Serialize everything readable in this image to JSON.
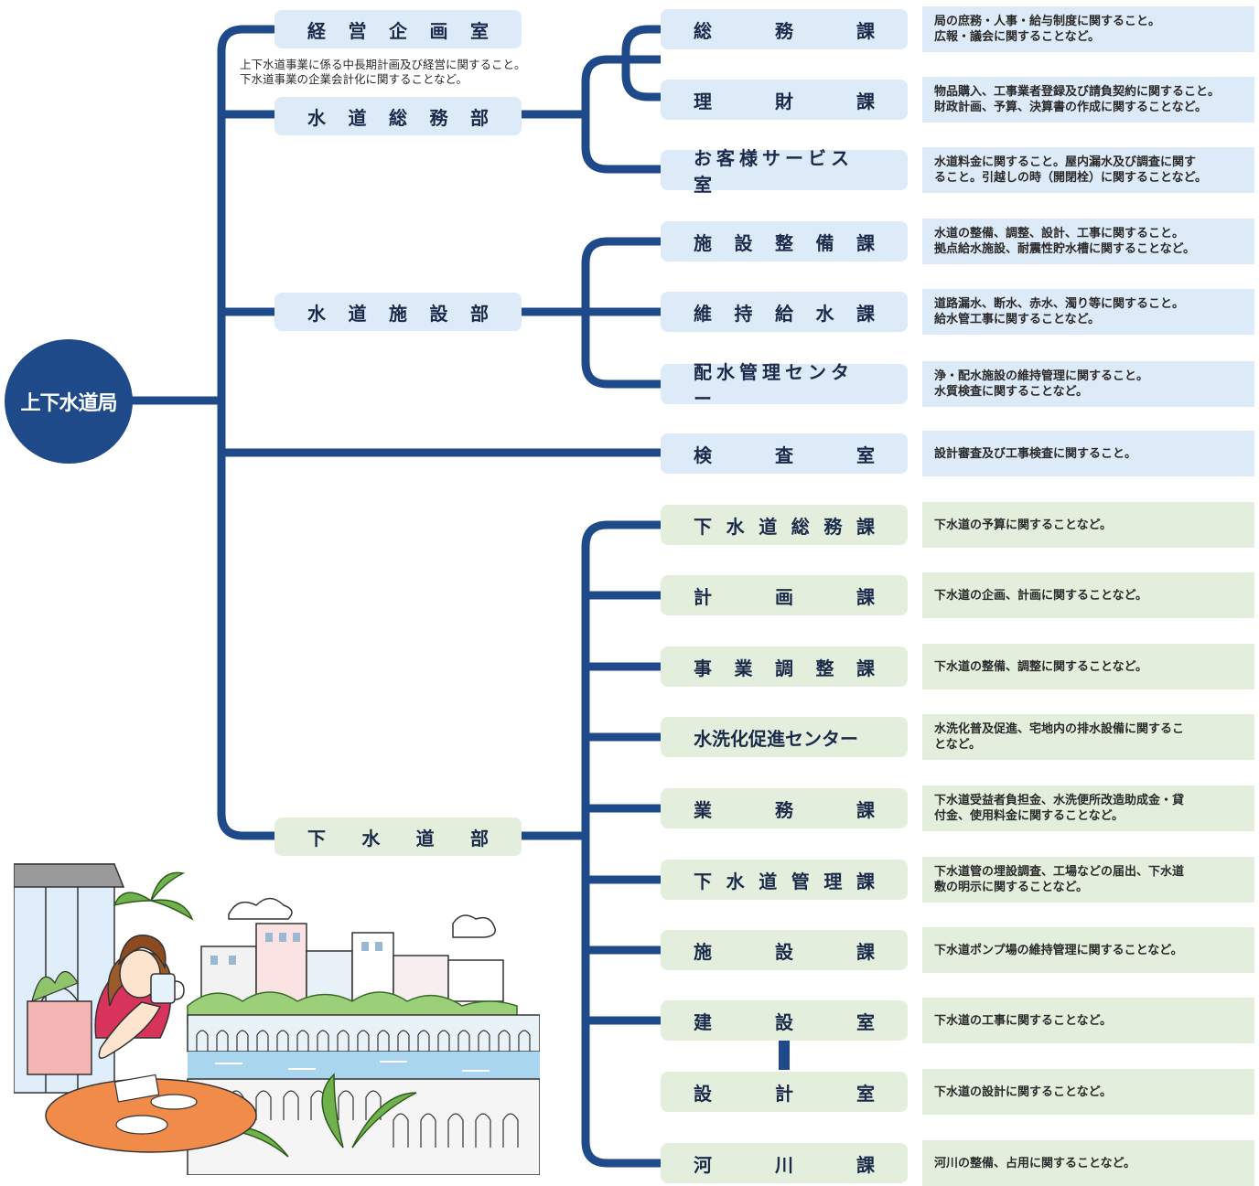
{
  "root": {
    "label": "上下水道局"
  },
  "planning_note": "上下水道事業に係る中長期計画及び経営に関すること。\n下水道事業の企業会計化に関することなど。",
  "departments": [
    {
      "key": "keiei",
      "chars": [
        "経",
        "営",
        "企",
        "画",
        "室"
      ]
    },
    {
      "key": "suido_somu",
      "chars": [
        "水",
        "道",
        "総",
        "務",
        "部"
      ]
    },
    {
      "key": "suido_shisetsu",
      "chars": [
        "水",
        "道",
        "施",
        "設",
        "部"
      ]
    },
    {
      "key": "gesuido",
      "chars": [
        "下",
        "水",
        "道",
        "部"
      ]
    }
  ],
  "sections": [
    {
      "chars": [
        "総",
        "務",
        "課"
      ],
      "desc": "局の庶務・人事・給与制度に関すること。\n広報・議会に関することなど。"
    },
    {
      "chars": [
        "理",
        "財",
        "課"
      ],
      "desc": "物品購入、工事業者登録及び請負契約に関すること。\n財政計画、予算、決算書の作成に関することなど。"
    },
    {
      "label": "お客様サービス室",
      "desc": "水道料金に関すること。屋内漏水及び調査に関す\nること。引越しの時（開閉栓）に関することなど。"
    },
    {
      "chars": [
        "施",
        "設",
        "整",
        "備",
        "課"
      ],
      "desc": "水道の整備、調整、設計、工事に関すること。\n拠点給水施設、耐震性貯水槽に関することなど。"
    },
    {
      "chars": [
        "維",
        "持",
        "給",
        "水",
        "課"
      ],
      "desc": "道路漏水、断水、赤水、濁り等に関すること。\n給水管工事に関することなど。"
    },
    {
      "label": "配水管理センター",
      "desc": "浄・配水施設の維持管理に関すること。\n水質検査に関することなど。"
    },
    {
      "chars": [
        "検",
        "査",
        "室"
      ],
      "desc": "設計審査及び工事検査に関すること。"
    },
    {
      "chars": [
        "下",
        "水",
        "道",
        "総",
        "務",
        "課"
      ],
      "desc": "下水道の予算に関することなど。"
    },
    {
      "chars": [
        "計",
        "画",
        "課"
      ],
      "desc": "下水道の企画、計画に関することなど。"
    },
    {
      "chars": [
        "事",
        "業",
        "調",
        "整",
        "課"
      ],
      "desc": "下水道の整備、調整に関することなど。"
    },
    {
      "label": "水洗化促進センター",
      "desc": "水洗化普及促進、宅地内の排水設備に関するこ\nとなど。"
    },
    {
      "chars": [
        "業",
        "務",
        "課"
      ],
      "desc": "下水道受益者負担金、水洗便所改造助成金・貸\n付金、使用料金に関することなど。"
    },
    {
      "chars": [
        "下",
        "水",
        "道",
        "管",
        "理",
        "課"
      ],
      "desc": "下水道管の埋設調査、工場などの届出、下水道\n敷の明示に関することなど。"
    },
    {
      "chars": [
        "施",
        "設",
        "課"
      ],
      "desc": "下水道ポンプ場の維持管理に関することなど。"
    },
    {
      "chars": [
        "建",
        "設",
        "室"
      ],
      "desc": "下水道の工事に関することなど。"
    },
    {
      "chars": [
        "設",
        "計",
        "室"
      ],
      "desc": "下水道の設計に関することなど。"
    },
    {
      "chars": [
        "河",
        "川",
        "課"
      ],
      "desc": "河川の整備、占用に関することなど。"
    }
  ],
  "colors": {
    "line": "#1e4a8a",
    "blue_box": "#ddeaf7",
    "green_box": "#e3efdc"
  }
}
